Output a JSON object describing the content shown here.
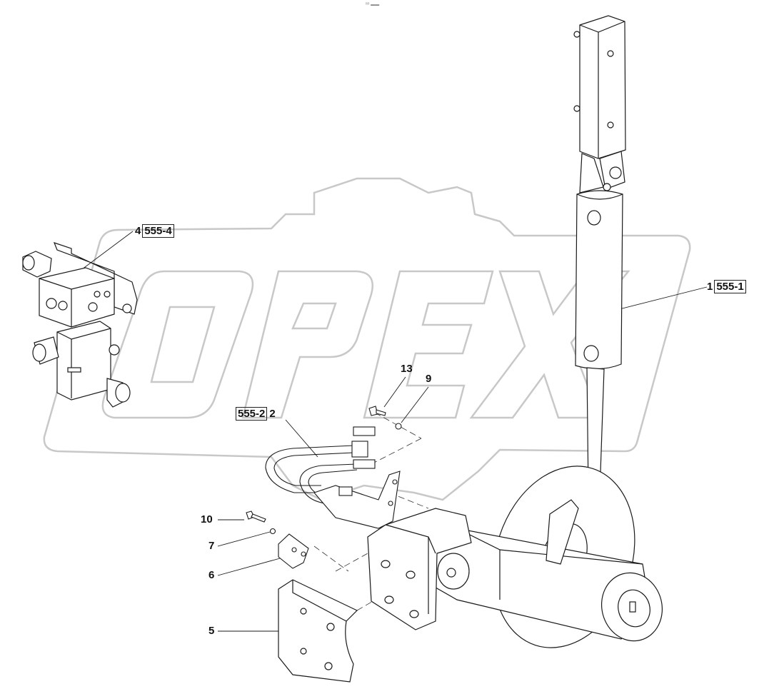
{
  "header_mark": "ᴿᴿ ▬▬",
  "watermark": {
    "text": "OPEX",
    "color": "#c8c8c8"
  },
  "callouts": {
    "c1": {
      "number": "1",
      "ref": "555-1"
    },
    "c2": {
      "number": "2",
      "ref": "555-2"
    },
    "c4": {
      "number": "4",
      "ref": "555-4"
    },
    "c5": {
      "number": "5"
    },
    "c6": {
      "number": "6"
    },
    "c7": {
      "number": "7"
    },
    "c9": {
      "number": "9"
    },
    "c10": {
      "number": "10"
    },
    "c13": {
      "number": "13"
    }
  },
  "colors": {
    "line": "#1a1a1a",
    "part_fill": "#ffffff",
    "shade": "#d9d9d9"
  }
}
